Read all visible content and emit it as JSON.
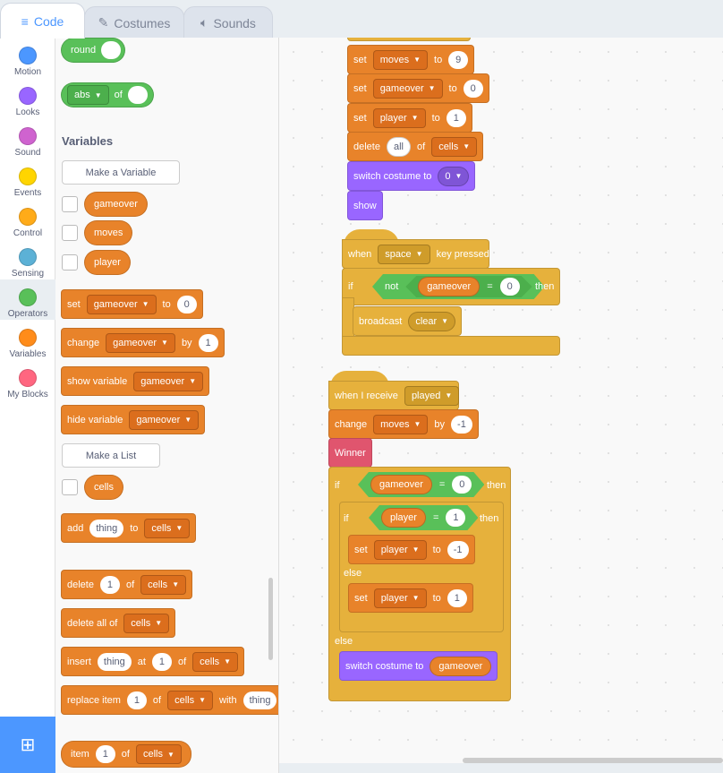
{
  "tabs": [
    {
      "label": "Code",
      "icon": "code-icon"
    },
    {
      "label": "Costumes",
      "icon": "brush-icon"
    },
    {
      "label": "Sounds",
      "icon": "speaker-icon"
    }
  ],
  "categories": [
    {
      "label": "Motion",
      "color": "#4c97ff"
    },
    {
      "label": "Looks",
      "color": "#9966ff"
    },
    {
      "label": "Sound",
      "color": "#cf63cf"
    },
    {
      "label": "Events",
      "color": "#ffd500"
    },
    {
      "label": "Control",
      "color": "#ffab19"
    },
    {
      "label": "Sensing",
      "color": "#5cb1d6"
    },
    {
      "label": "Operators",
      "color": "#59c059"
    },
    {
      "label": "Variables",
      "color": "#ff8c1a"
    },
    {
      "label": "My Blocks",
      "color": "#ff6680"
    }
  ],
  "palette": {
    "round": "round",
    "abs": "abs",
    "of": "of",
    "variables_heading": "Variables",
    "make_variable": "Make a Variable",
    "var_list": [
      "gameover",
      "moves",
      "player"
    ],
    "set": "set",
    "set_var": "gameover",
    "to": "to",
    "set_val": "0",
    "change": "change",
    "change_var": "gameover",
    "by": "by",
    "change_val": "1",
    "show_variable": "show variable",
    "show_var": "gameover",
    "hide_variable": "hide variable",
    "hide_var": "gameover",
    "make_list": "Make a List",
    "list_name": "cells",
    "add": "add",
    "thing": "thing",
    "list_to": "to",
    "list_cells": "cells",
    "delete": "delete",
    "del_idx": "1",
    "list_of": "of",
    "delete_all_of": "delete all of",
    "insert": "insert",
    "at": "at",
    "ins_idx": "1",
    "replace_item": "replace item",
    "rep_idx": "1",
    "with": "with",
    "item": "item",
    "item_idx": "1"
  },
  "script1": {
    "set": "set",
    "moves": "moves",
    "to": "to",
    "moves_val": "9",
    "gameover": "gameover",
    "gameover_val": "0",
    "player": "player",
    "player_val": "1",
    "delete": "delete",
    "all": "all",
    "of": "of",
    "cells": "cells",
    "switch_costume_to": "switch costume to",
    "costume": "0",
    "show": "show"
  },
  "script2": {
    "when": "when",
    "key": "space",
    "key_pressed": "key pressed",
    "if": "if",
    "not": "not",
    "gameover": "gameover",
    "eq": "=",
    "zero": "0",
    "then": "then",
    "broadcast": "broadcast",
    "msg": "clear"
  },
  "script3": {
    "when_i_receive": "when I receive",
    "msg": "played",
    "change": "change",
    "moves": "moves",
    "by": "by",
    "delta": "-1",
    "winner": "Winner",
    "if": "if",
    "gameover": "gameover",
    "eq": "=",
    "zero": "0",
    "then": "then",
    "player": "player",
    "one": "1",
    "set": "set",
    "to": "to",
    "neg_one": "-1",
    "else": "else",
    "switch_costume_to": "switch costume to"
  }
}
